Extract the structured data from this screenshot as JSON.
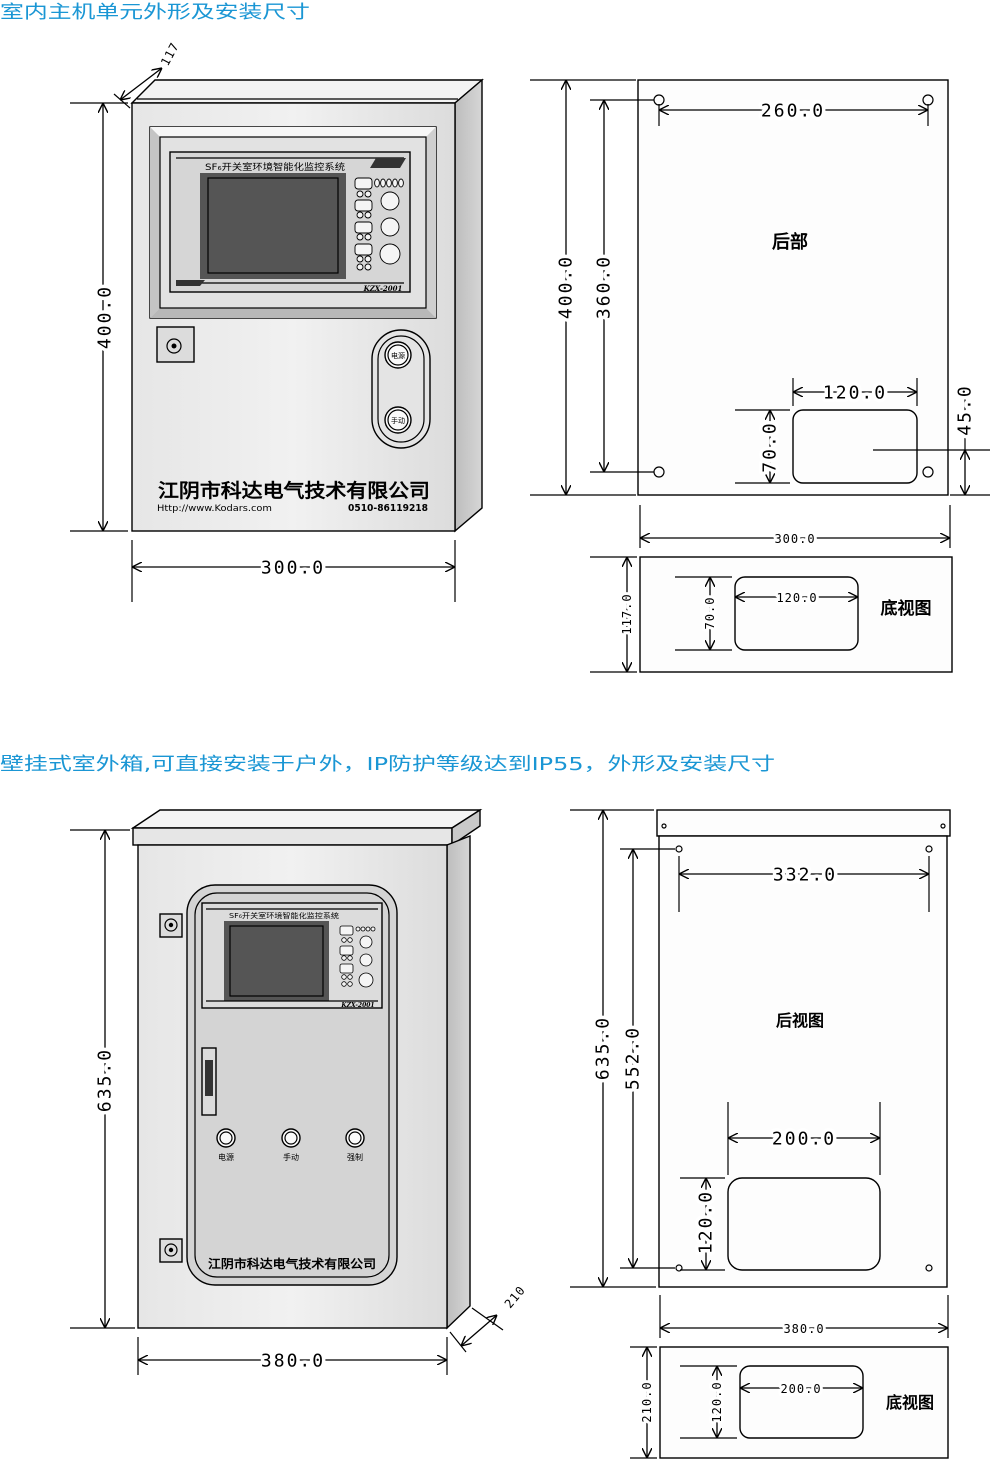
{
  "colors": {
    "title": "#1a96d4",
    "line": "#000000",
    "panel": "#d8d8d8"
  },
  "section1": {
    "title": "室内主机单元外形及安装尺寸",
    "front": {
      "dim_depth": "117",
      "dim_height": "400.0",
      "dim_width": "300.0",
      "panel_title": "SF₆开关室环境智能化监控系统",
      "panel_model": "KZX-2001",
      "button_power": "电源",
      "button_manual": "手动",
      "company": "江阴市科达电气技术有限公司",
      "website": "Http://www.Kodars.com",
      "phone": "0510-86119218"
    },
    "rear": {
      "label": "后部",
      "dim_hole_spacing": "260.0",
      "dim_height": "400.0",
      "dim_hole_vertical": "360.0",
      "dim_cutout_width": "120.0",
      "dim_cutout_height": "70.0",
      "dim_cutout_bottom": "45.0",
      "dim_width": "300.0"
    },
    "bottom": {
      "label": "底视图",
      "dim_depth": "117.0",
      "dim_cutout_height": "70.0",
      "dim_cutout_width": "120.0"
    }
  },
  "section2": {
    "title": "壁挂式室外箱,可直接安装于户外，IP防护等级达到IP55，外形及安装尺寸",
    "front": {
      "dim_height": "635.0",
      "dim_width": "380.0",
      "dim_depth": "210",
      "panel_title": "SF₆开关室环境智能化监控系统",
      "panel_model": "KZX-2001",
      "button_power": "电源",
      "button_manual": "手动",
      "button_force": "强制",
      "company": "江阴市科达电气技术有限公司"
    },
    "rear": {
      "label": "后视图",
      "dim_hole_spacing": "332.0",
      "dim_height": "635.0",
      "dim_hole_vertical": "552.0",
      "dim_cutout_width": "200.0",
      "dim_cutout_height": "120.0",
      "dim_width": "380.0"
    },
    "bottom": {
      "label": "底视图",
      "dim_depth": "210.0",
      "dim_cutout_height": "120.0",
      "dim_cutout_width": "200.0"
    }
  }
}
